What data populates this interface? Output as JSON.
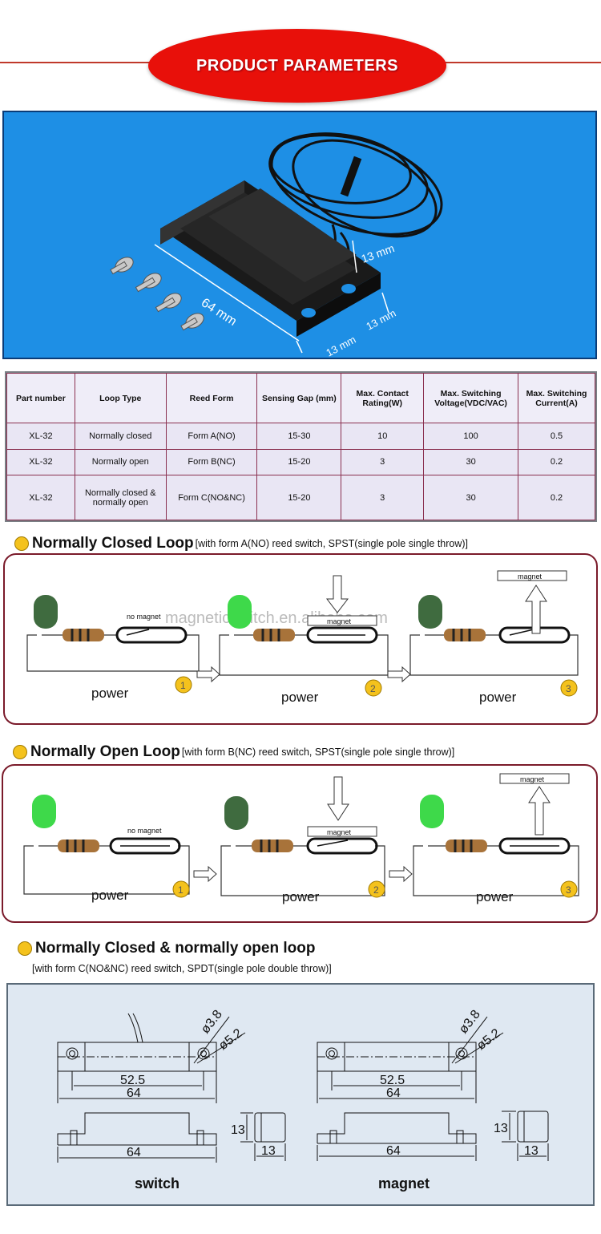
{
  "header": {
    "title": "PRODUCT PARAMETERS"
  },
  "photo": {
    "dim_length": "64 mm",
    "dim_width": "13 mm",
    "dim_height": "13 mm",
    "dim_height2": "13 mm"
  },
  "table": {
    "headers": [
      "Part number",
      "Loop Type",
      "Reed Form",
      "Sensing Gap (mm)",
      "Max. Contact Rating(W)",
      "Max. Switching Voltage(VDC/VAC)",
      "Max. Switching Current(A)"
    ],
    "rows": [
      [
        "XL-32",
        "Normally closed",
        "Form A(NO)",
        "15-30",
        "10",
        "100",
        "0.5"
      ],
      [
        "XL-32",
        "Normally open",
        "Form B(NC)",
        "15-20",
        "3",
        "30",
        "0.2"
      ],
      [
        "XL-32",
        "Normally closed & normally open",
        "Form C(NO&NC)",
        "15-20",
        "3",
        "30",
        "0.2"
      ]
    ]
  },
  "section1": {
    "title": "Normally Closed Loop",
    "subtitle": "[with form A(NO) reed switch, SPST(single pole single throw)]"
  },
  "section2": {
    "title": "Normally Open Loop",
    "subtitle": "[with form B(NC) reed switch, SPST(single pole single throw)]"
  },
  "section3": {
    "title": "Normally Closed &  normally open loop",
    "subtitle": "[with form C(NO&NC) reed switch, SPDT(single pole double throw)]"
  },
  "watermark": "magneticswitch.en.alibaba.com",
  "diagram": {
    "no_magnet": "no magnet",
    "magnet": "magnet",
    "power": "power",
    "step1": "1",
    "step2": "2",
    "step3": "3"
  },
  "dims": {
    "hole_inner": "ø3.8",
    "hole_outer": "ø5.2",
    "hole_pitch": "52.5",
    "length": "64",
    "height": "13",
    "width": "13",
    "switch_label": "switch",
    "magnet_label": "magnet"
  },
  "colors": {
    "header_red": "#e8100a",
    "photo_blue": "#1e8fe5",
    "led_on": "#2ecc40",
    "led_off": "#3f6b3f",
    "dot_yellow": "#f4c21d"
  }
}
